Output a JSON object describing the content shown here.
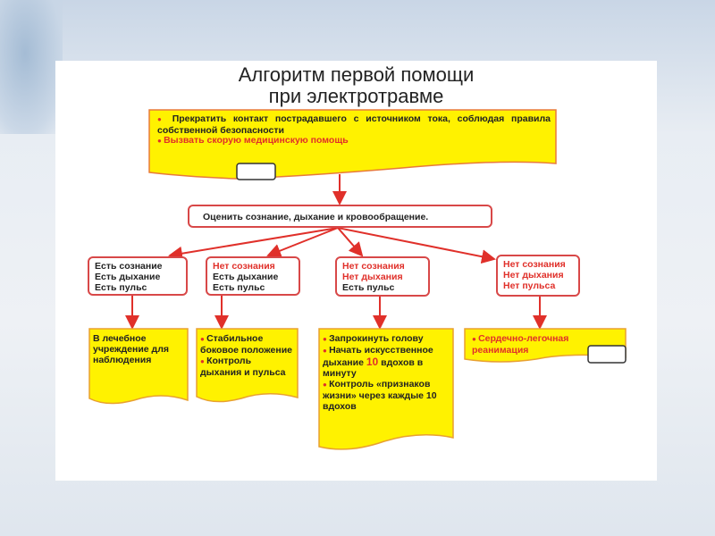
{
  "title": [
    "Алгоритм первой помощи",
    "при электротравме"
  ],
  "top_box": {
    "item1": "Прекратить контакт пострадавшего с источником тока, соблюдая правила собственной безопасности",
    "item2": "Вызвать скорую медицинскую помощь"
  },
  "assess": "Оценить сознание, дыхание и кровообращение.",
  "states": [
    [
      "Есть сознание",
      "Есть дыхание",
      "Есть пульс"
    ],
    [
      "Нет сознания",
      "Есть дыхание",
      "Есть пульс"
    ],
    [
      "Нет сознания",
      "Нет дыхания",
      "Есть пульс"
    ],
    [
      "Нет сознания",
      "Нет дыхания",
      "Нет пульса"
    ]
  ],
  "actions": {
    "a1": "В лечебное учреждение для наблюдения",
    "a2": [
      "Стабильное боковое положение",
      "Контроль дыхания и пульса"
    ],
    "a3": {
      "i1": "Запрокинуть голову",
      "i2a": "Начать искусственное дыхание",
      "i2n": "10",
      "i2b": "вдохов в минуту",
      "i3": "Контроль «признаков жизни» через каждые 10 вдохов"
    },
    "a4": "Сердечно-легочная реанимация"
  },
  "colors": {
    "yellow": "#fff200",
    "red": "#e0302a"
  }
}
